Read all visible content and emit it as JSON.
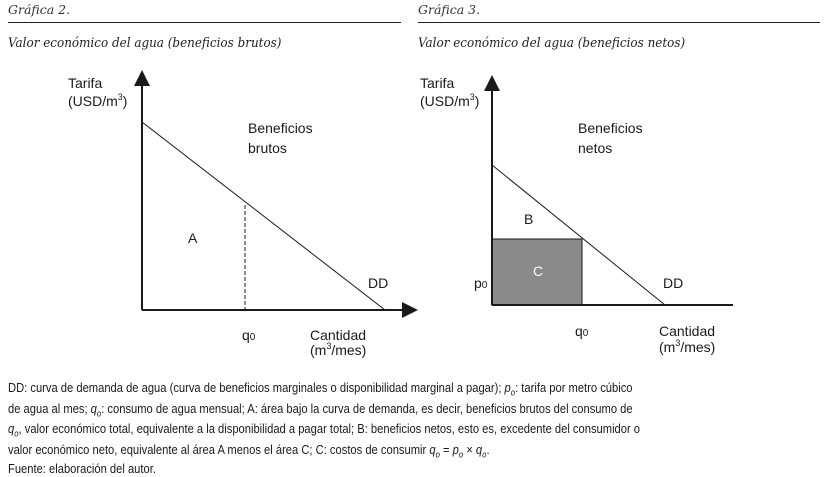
{
  "figures": [
    {
      "label": "Gráfica 2.",
      "title": "Valor económico del agua (beneficios brutos)",
      "y_axis_label": [
        "Tarifa",
        "(USD/m",
        "3",
        ")"
      ],
      "x_axis_label": [
        "Cantidad",
        "(m",
        "3",
        "/mes)"
      ],
      "region_title": [
        "Beneficios",
        "brutos"
      ],
      "area_label": "A",
      "curve_label": "DD",
      "q_label": "q",
      "q_sub": "0"
    },
    {
      "label": "Gráfica 3.",
      "title": "Valor económico del agua (beneficios netos)",
      "y_axis_label": [
        "Tarifa",
        "(USD/m",
        "3",
        ")"
      ],
      "x_axis_label": [
        "Cantidad",
        "(m",
        "3",
        "/mes)"
      ],
      "region_title": [
        "Beneficios",
        "netos"
      ],
      "area_b_label": "B",
      "area_c_label": "C",
      "curve_label": "DD",
      "q_label": "q",
      "q_sub": "0",
      "p_label": "p",
      "p_sub": "0"
    }
  ],
  "colors": {
    "cost_area": "#8a8a8a",
    "line": "#1a1a1a"
  },
  "footnote": {
    "lines": [
      [
        {
          "t": "DD: curva de demanda de agua (curva de beneficios marginales o disponibilidad marginal a pagar); "
        },
        {
          "v": "p",
          "s": "o"
        },
        {
          "t": ": tarifa por metro cúbico"
        }
      ],
      [
        {
          "t": "de agua al mes; "
        },
        {
          "v": "q",
          "s": "o"
        },
        {
          "t": ": consumo de agua mensual; A: área bajo la curva de demanda, es decir, beneficios brutos del consumo de"
        }
      ],
      [
        {
          "v": "q",
          "s": "o"
        },
        {
          "t": ", valor económico total, equivalente a la disponibilidad a pagar total; B: beneficios netos, esto es, excedente del consumidor o"
        }
      ],
      [
        {
          "t": "valor económico neto, equivalente al área A menos el área C; C: costos de consumir "
        },
        {
          "v": "q",
          "s": "o"
        },
        {
          "t": " = "
        },
        {
          "v": "p",
          "s": "o"
        },
        {
          "t": " × "
        },
        {
          "v": "q",
          "s": "o"
        },
        {
          "t": "."
        }
      ],
      [
        {
          "t": "Fuente: elaboración del autor."
        }
      ]
    ]
  }
}
